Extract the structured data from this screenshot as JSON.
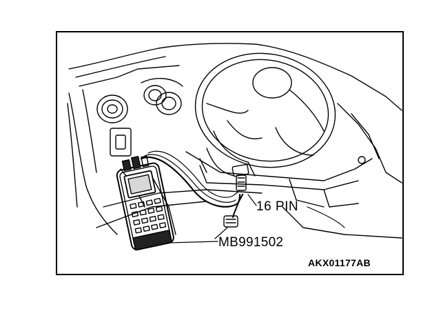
{
  "labels": {
    "connector": "16 PIN",
    "tool_part_number": "MB991502",
    "figure_code": "AKX01177AB"
  },
  "colors": {
    "line": "#000000",
    "background": "#ffffff"
  }
}
